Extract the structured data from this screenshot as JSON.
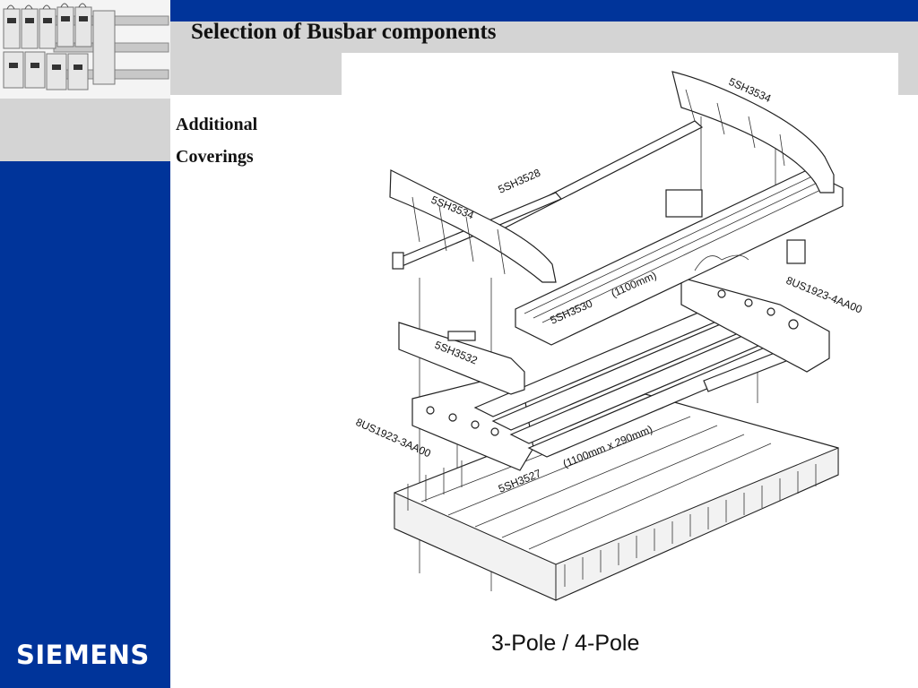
{
  "header": {
    "title": "Selection of Busbar components"
  },
  "sidebar": {
    "subtitle_line1": "Additional",
    "subtitle_line2": "Coverings",
    "logo_text": "SIEMENS"
  },
  "drawing": {
    "labels": {
      "cover_top": "5SH3534",
      "cover_left": "5SH3534",
      "rail": "5SH3528",
      "cover_long": "5SH3530",
      "cover_long_dim": "(1100mm)",
      "support_right": "8US1923-4AA00",
      "holder": "5SH3532",
      "support_left": "8US1923-3AA00",
      "base": "5SH3527",
      "base_dim": "(1100mm x 290mm)"
    },
    "caption": "3-Pole / 4-Pole"
  },
  "colors": {
    "brand_blue": "#00349a",
    "band_gray": "#d4d4d4"
  }
}
